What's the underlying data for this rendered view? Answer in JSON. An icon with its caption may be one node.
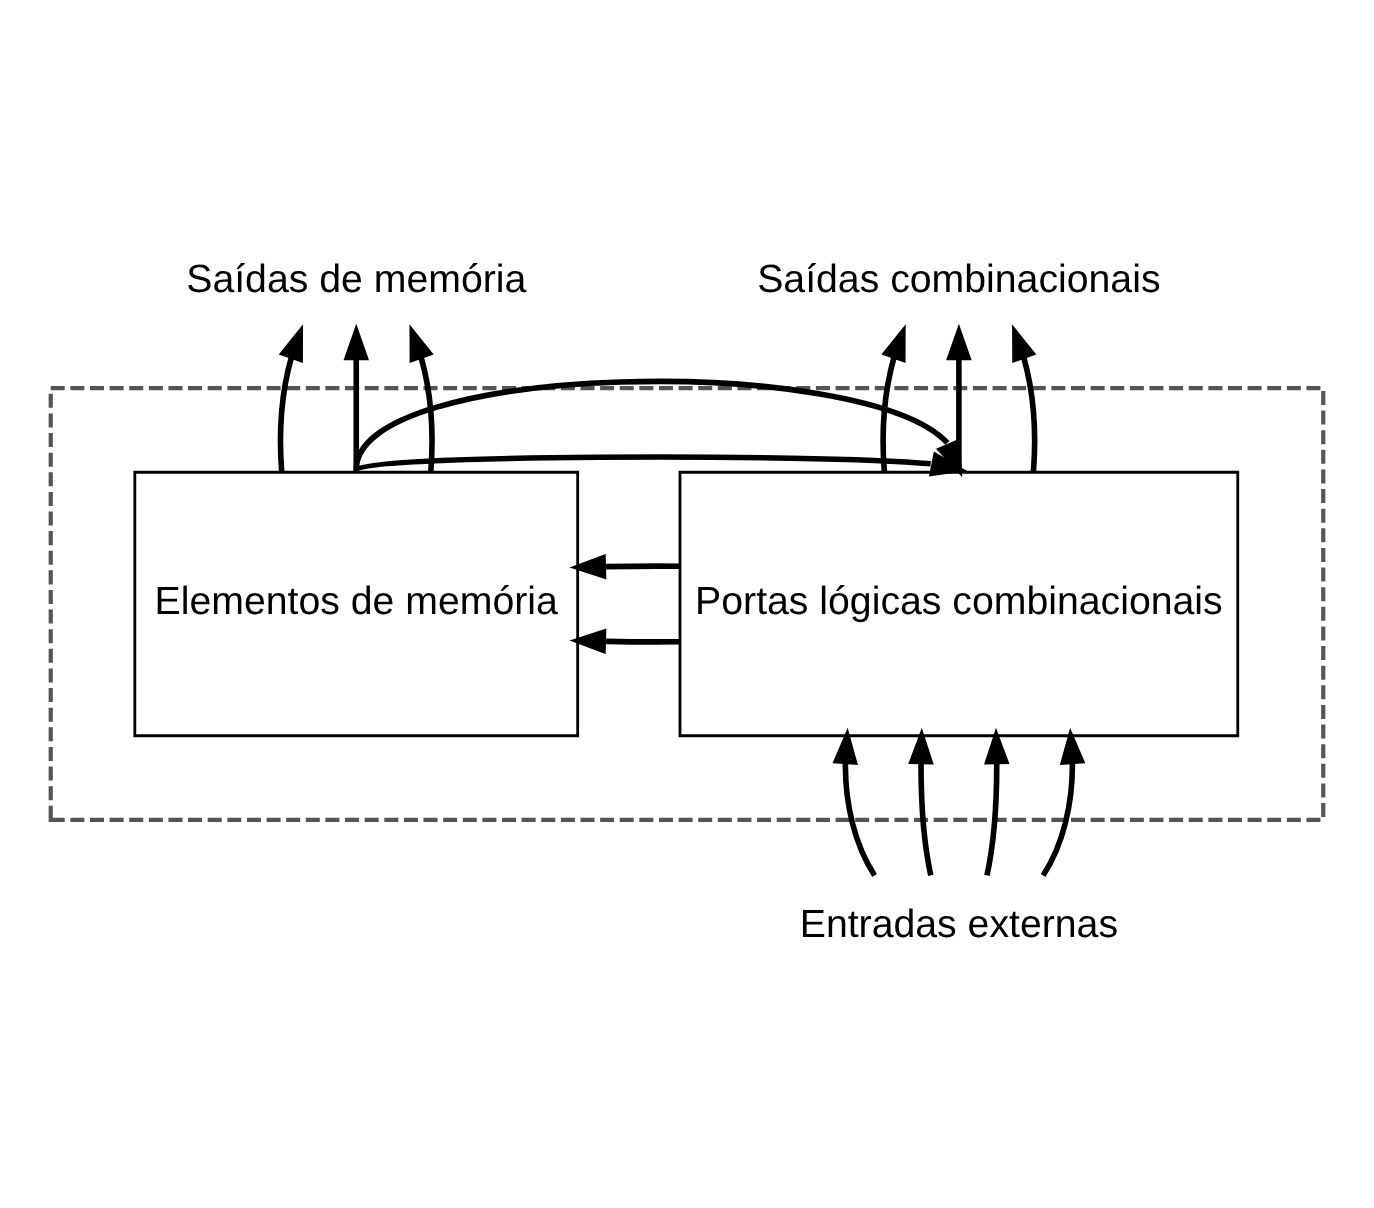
{
  "diagram": {
    "nodes": [
      {
        "text": [
          "Saídas combinacionais"
        ]
      },
      {
        "text": [
          "Saídas de memória"
        ]
      },
      {
        "text": [],
        "shape": "box"
      },
      {
        "text": [
          "Portas lógicas combinacionais"
        ],
        "in": 2
      },
      {
        "text": [
          "Elementos de memória"
        ],
        "in": 2
      },
      {
        "text": [
          "Entradas externas"
        ]
      }
    ],
    "edges": [
      {
        "from": 3,
        "to": 0,
        "arrow": "to"
      },
      {
        "from": 3,
        "to": 0,
        "arrow": "to"
      },
      {
        "from": 3,
        "to": 0,
        "arrow": "to"
      },
      {
        "from": 4,
        "to": 1,
        "arrow": "to"
      },
      {
        "from": 4,
        "to": 1,
        "arrow": "to"
      },
      {
        "from": 4,
        "to": 1,
        "arrow": "to"
      },
      {
        "from": 3,
        "to": 4,
        "arrow": "to"
      },
      {
        "from": 3,
        "to": 4,
        "arrow": "to"
      },
      {
        "from": 4,
        "to": 3,
        "arrow": "to"
      },
      {
        "from": 4,
        "to": 3,
        "arrow": "to"
      },
      {
        "from": 5,
        "to": 3,
        "arrow": "to"
      },
      {
        "from": 5,
        "to": 3,
        "arrow": "to"
      },
      {
        "from": 5,
        "to": 3,
        "arrow": "to"
      },
      {
        "from": 5,
        "to": 3,
        "arrow": "to"
      }
    ]
  }
}
